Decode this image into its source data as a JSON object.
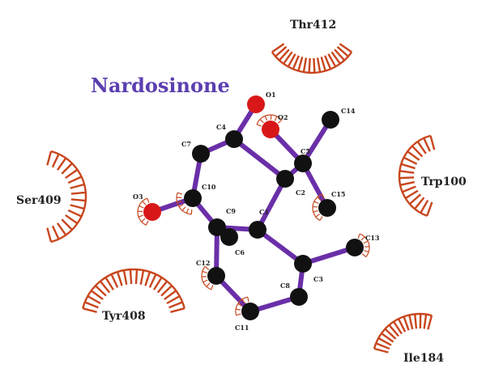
{
  "title": "Nardosinone",
  "colors": {
    "bond": "#6a2fa8",
    "carbon": "#111111",
    "oxygen": "#d81818",
    "residue_arc": "#c8461e",
    "title": "#5b3fb0"
  },
  "residues": [
    {
      "id": "thr412",
      "label": "Thr412"
    },
    {
      "id": "trp100",
      "label": "Trp100"
    },
    {
      "id": "ser409",
      "label": "Ser409"
    },
    {
      "id": "tyr408",
      "label": "Tyr408"
    },
    {
      "id": "ile184",
      "label": "Ile184"
    }
  ],
  "atoms": [
    {
      "id": "o1",
      "label": "O1",
      "element": "O"
    },
    {
      "id": "o2",
      "label": "O2",
      "element": "O"
    },
    {
      "id": "o3",
      "label": "O3",
      "element": "O"
    },
    {
      "id": "c14",
      "label": "C14",
      "element": "C"
    },
    {
      "id": "c4",
      "label": "C4",
      "element": "C"
    },
    {
      "id": "c7",
      "label": "C7",
      "element": "C"
    },
    {
      "id": "c5",
      "label": "C5",
      "element": "C"
    },
    {
      "id": "c2",
      "label": "C2",
      "element": "C"
    },
    {
      "id": "c15",
      "label": "C15",
      "element": "C"
    },
    {
      "id": "c10",
      "label": "C10",
      "element": "C"
    },
    {
      "id": "c9",
      "label": "C9",
      "element": "C"
    },
    {
      "id": "c1",
      "label": "C1",
      "element": "C"
    },
    {
      "id": "c6",
      "label": "C6",
      "element": "C"
    },
    {
      "id": "c13",
      "label": "C13",
      "element": "C"
    },
    {
      "id": "c12",
      "label": "C12",
      "element": "C"
    },
    {
      "id": "c3",
      "label": "C3",
      "element": "C"
    },
    {
      "id": "c8",
      "label": "C8",
      "element": "C"
    },
    {
      "id": "c11",
      "label": "C11",
      "element": "C"
    }
  ],
  "bonds": [
    [
      "o1",
      "c4"
    ],
    [
      "o2",
      "c5"
    ],
    [
      "c5",
      "c14"
    ],
    [
      "c4",
      "c7"
    ],
    [
      "c4",
      "c2"
    ],
    [
      "c5",
      "c2"
    ],
    [
      "c5",
      "c15"
    ],
    [
      "c7",
      "c10"
    ],
    [
      "c10",
      "o3"
    ],
    [
      "c10",
      "c9"
    ],
    [
      "c9",
      "c1"
    ],
    [
      "c2",
      "c1"
    ],
    [
      "c1",
      "c3"
    ],
    [
      "c3",
      "c13"
    ],
    [
      "c3",
      "c8"
    ],
    [
      "c8",
      "c11"
    ],
    [
      "c11",
      "c12"
    ],
    [
      "c12",
      "c9"
    ]
  ]
}
